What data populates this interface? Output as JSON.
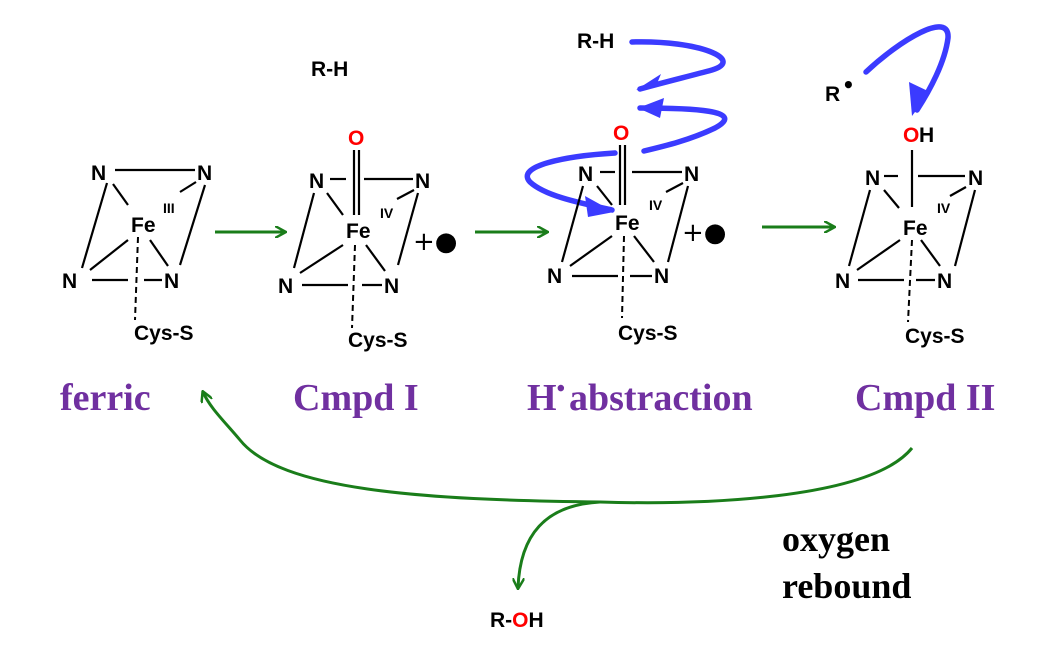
{
  "title": "Cytochrome P450 catalytic cycle: hydrogen abstraction and oxygen rebound",
  "colors": {
    "stage_label": "#7030a0",
    "oxygen": "#ff0000",
    "reaction_arrow": "#1a7d1a",
    "electron_arrow": "#3b3bff",
    "text": "#000000"
  },
  "atoms": {
    "nitrogen": "N",
    "iron": "Fe",
    "oxygen": "O",
    "hydroxyl_o": "O",
    "hydroxyl_h": "H",
    "axial_ligand": "Cys-S"
  },
  "species": [
    {
      "id": "ferric",
      "label": "ferric",
      "oxidation_state": "III",
      "axial_top": "",
      "radical_cation": ""
    },
    {
      "id": "cmpd-1",
      "label": "Cmpd I",
      "oxidation_state": "IV",
      "axial_top": "O",
      "radical_cation": "+●",
      "substrate": "R-H"
    },
    {
      "id": "h-abstraction",
      "label_main": "H",
      "label_dot": "•",
      "label_rest": "abstraction",
      "oxidation_state": "IV",
      "axial_top": "O",
      "radical_cation": "+●",
      "substrate": "R-H"
    },
    {
      "id": "cmpd-2",
      "label": "Cmpd II",
      "oxidation_state": "IV",
      "axial_top": "OH",
      "radical": "R",
      "radical_dot": "•"
    }
  ],
  "product": {
    "r": "R-",
    "o": "O",
    "h": "H"
  },
  "rebound_label": {
    "line1": "oxygen",
    "line2": "rebound"
  }
}
